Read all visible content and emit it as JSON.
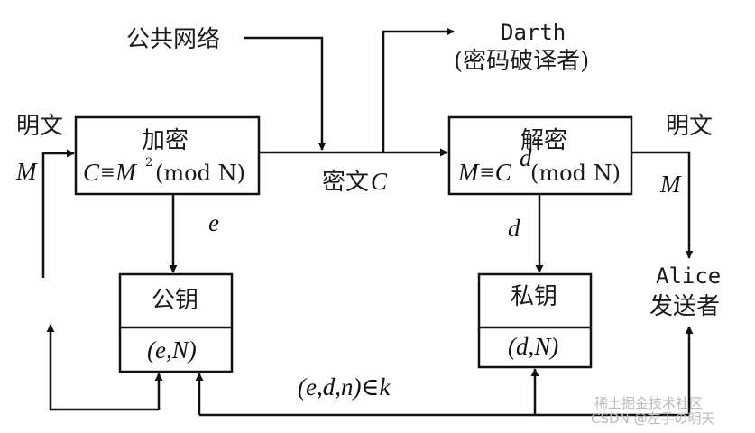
{
  "public_network": "公共网络",
  "attacker": {
    "name": "Darth",
    "role": "(密码破译者)"
  },
  "plaintext_left": {
    "label": "明文",
    "var": "M"
  },
  "plaintext_right": {
    "label": "明文",
    "var": "M"
  },
  "encrypt_box": {
    "title": "加密",
    "formula_lhs": "C≡M",
    "exp": "2",
    "formula_mod": "(mod N)"
  },
  "decrypt_box": {
    "title": "解密",
    "formula_lhs": "M≡C",
    "exp": "d",
    "formula_mod": "(mod N)"
  },
  "ciphertext": {
    "label": "密文",
    "var": "C"
  },
  "public_key": {
    "title": "公钥",
    "value": "(e,N)",
    "edge_label": "e"
  },
  "private_key": {
    "title": "私钥",
    "value": "(d,N)",
    "edge_label": "d"
  },
  "sender": {
    "name": "Alice",
    "role": "发送者"
  },
  "key_set": "(e,d,n)∈k",
  "watermark": "CSDN @左手の明天",
  "watermark_overlay": "稀土掘金技术社区"
}
